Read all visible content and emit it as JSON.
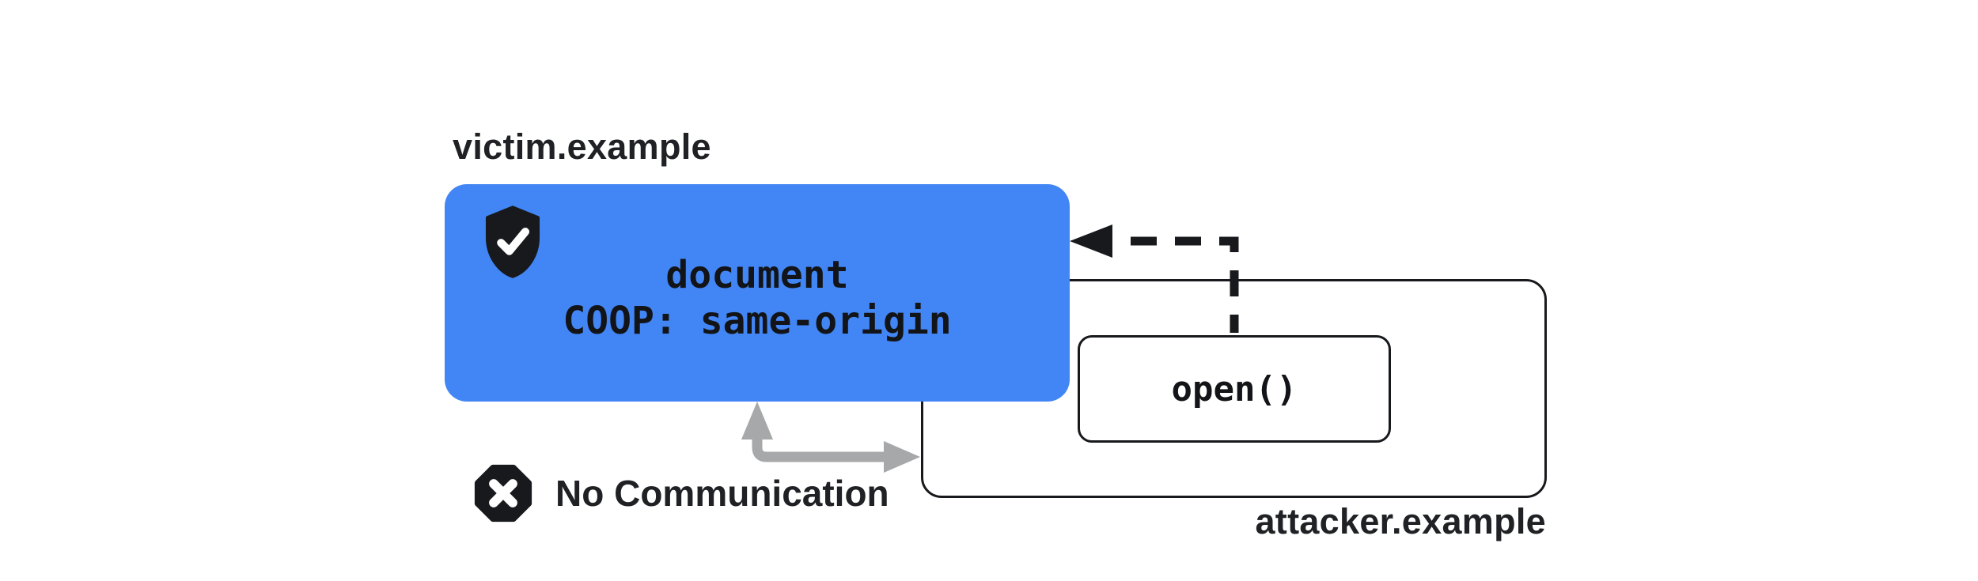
{
  "victim": {
    "domain_label": "victim.example",
    "document_title": "document",
    "coop_header": "COOP: same-origin",
    "shield_icon": "shield-check-icon",
    "box_color": "#4285F4"
  },
  "attacker": {
    "domain_label": "attacker.example",
    "open_call_label": "open()"
  },
  "relationship": {
    "no_communication_label": "No Communication",
    "blocked_icon": "x-octagon-icon",
    "open_arrow_style": "dashed"
  },
  "colors": {
    "victim_box_blue": "#4285F4",
    "ink": "#17191c",
    "label_text": "#1f2125",
    "blocked_arrow_gray": "#a7a8aa",
    "background": "#ffffff"
  }
}
